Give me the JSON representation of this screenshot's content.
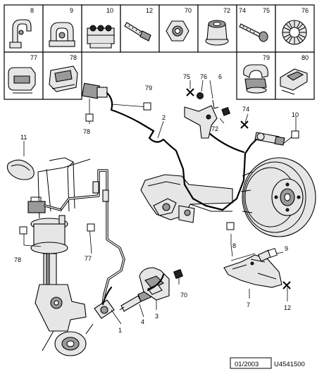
{
  "parts_table": {
    "top_row": [
      "8",
      "9",
      "10",
      "12",
      "70",
      "72",
      "74",
      "75",
      "76"
    ],
    "bottom_row": [
      "77",
      "78",
      "79",
      "80"
    ]
  },
  "callouts": {
    "c1": "1",
    "c2": "2",
    "c3": "3",
    "c4": "4",
    "c6": "6",
    "c7": "7",
    "c8": "8",
    "c9": "9",
    "c10": "10",
    "c11": "11",
    "c12": "12",
    "c70": "70",
    "c72": "72",
    "c74": "74",
    "c75": "75",
    "c76": "76",
    "c77": "77",
    "c78a": "78",
    "c78b": "78",
    "c79": "79"
  },
  "footer": {
    "date": "01/2003",
    "reference": "U4541500"
  }
}
